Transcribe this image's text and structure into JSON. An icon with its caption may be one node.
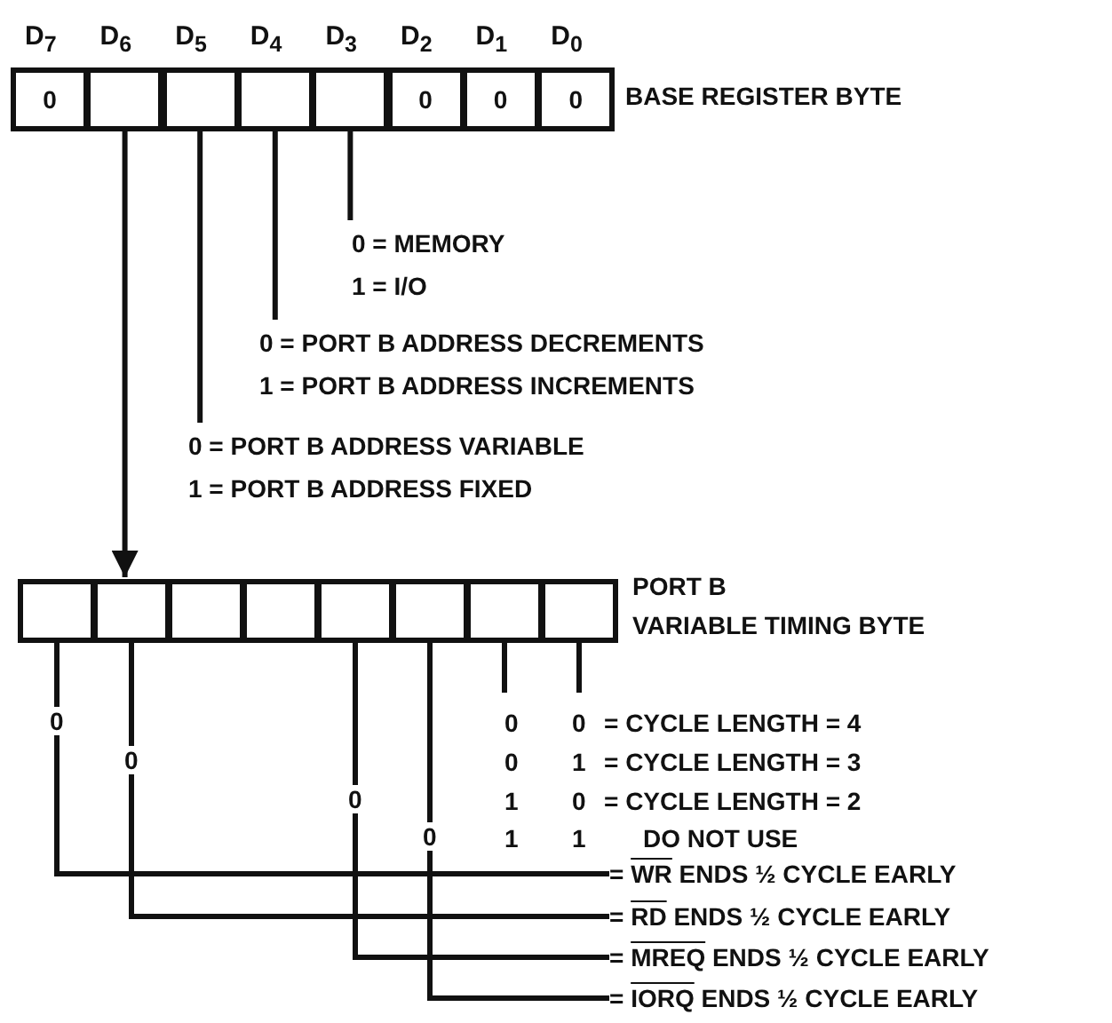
{
  "diagram": {
    "nodes": [
      {
        "text": [
          "0"
        ]
      },
      {
        "text": [],
        "shape": "box"
      },
      {
        "text": [],
        "shape": "box"
      },
      {
        "text": [],
        "shape": "box"
      },
      {
        "text": [],
        "shape": "box"
      },
      {
        "text": [
          "0"
        ]
      },
      {
        "text": [
          "0"
        ]
      },
      {
        "text": [
          "0"
        ]
      },
      {
        "text": [],
        "shape": "box"
      },
      {
        "text": [],
        "shape": "box"
      },
      {
        "text": [],
        "shape": "box"
      },
      {
        "text": [],
        "shape": "box"
      },
      {
        "text": [],
        "shape": "box"
      },
      {
        "text": [],
        "shape": "box"
      },
      {
        "text": [],
        "shape": "box"
      },
      {
        "text": [],
        "shape": "box"
      },
      {
        "text": [
          "0 = MEMORY",
          "1 = I/O"
        ]
      },
      {
        "text": [
          "0 = PORT B ADDRESS DECREMENTS",
          "1 = PORT B ADDRESS INCREMENTS"
        ]
      },
      {
        "text": [
          "0 = PORT B ADDRESS VARIABLE",
          "1 = PORT B ADDRESS FIXED"
        ]
      },
      {
        "text": [
          "= WR ENDS ½ CYCLE EARLY"
        ]
      },
      {
        "text": [
          "= RD ENDS ½ CYCLE EARLY"
        ]
      },
      {
        "text": [
          "= MREQ ENDS ½ CYCLE EARLY"
        ]
      },
      {
        "text": [
          "= IORQ ENDS ½ CYCLE EARLY"
        ]
      }
    ],
    "edges": [
      {
        "from": 4,
        "to": 16,
        "arrow": "none"
      },
      {
        "from": 3,
        "to": 17,
        "arrow": "none"
      },
      {
        "from": 2,
        "to": 18,
        "arrow": "none"
      },
      {
        "from": 1,
        "to": 9,
        "arrow": "to"
      },
      {
        "from": 8,
        "to": 19,
        "arrow": "none",
        "label": "0"
      },
      {
        "from": 9,
        "to": 20,
        "arrow": "none",
        "label": "0"
      },
      {
        "from": 12,
        "to": 21,
        "arrow": "none",
        "label": "0"
      },
      {
        "from": 13,
        "to": 22,
        "arrow": "none",
        "label": "0"
      },
      {
        "from": 14,
        "to": null,
        "arrow": "none"
      },
      {
        "from": 15,
        "to": null,
        "arrow": "none"
      }
    ],
    "labels": [
      "D$_{7}$",
      "D$_{6}$",
      "D$_{5}$",
      "D$_{4}$",
      "D$_{3}$",
      "D$_{2}$",
      "D$_{1}$",
      "D$_{0}$",
      "BASE REGISTER BYTE",
      "PORT B",
      "VARIABLE TIMING BYTE",
      "0",
      "0",
      "= CYCLE LENGTH = 4",
      "0",
      "1",
      "= CYCLE LENGTH = 3",
      "1",
      "0",
      "= CYCLE LENGTH = 2",
      "1",
      "1",
      "DO NOT USE"
    ]
  }
}
